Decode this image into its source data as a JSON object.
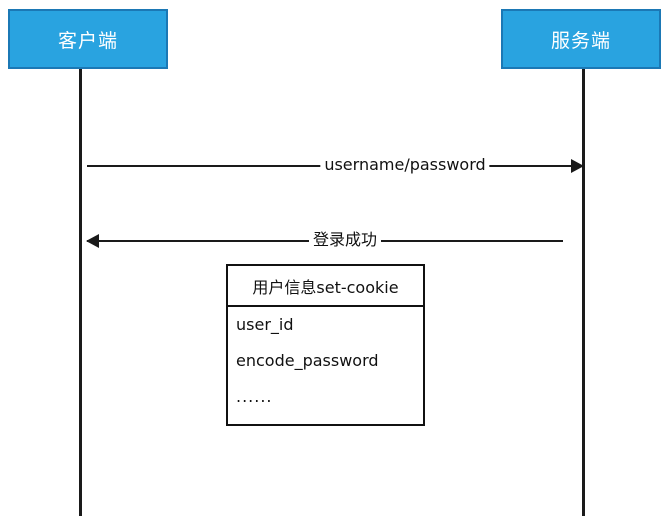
{
  "diagram": {
    "type": "sequence-diagram",
    "title": "",
    "colors": {
      "participant_fill": "#29A3E0",
      "participant_border": "#1B78B5",
      "participant_text": "#FFFFFF",
      "line": "#1A1A1A",
      "note_border": "#111111",
      "note_fill": "#FFFFFF",
      "background": "#FFFFFF"
    },
    "participants": [
      {
        "id": "client",
        "label": "客户端"
      },
      {
        "id": "server",
        "label": "服务端"
      }
    ],
    "messages": [
      {
        "id": "login-request",
        "label": "username/password",
        "from": "client",
        "to": "server",
        "direction": "right"
      },
      {
        "id": "login-response",
        "label": "登录成功",
        "from": "server",
        "to": "client",
        "direction": "left"
      }
    ],
    "note": {
      "id": "cookie-note",
      "header": "用户信息set-cookie",
      "rows": [
        "user_id",
        "encode_password",
        "......"
      ]
    }
  }
}
